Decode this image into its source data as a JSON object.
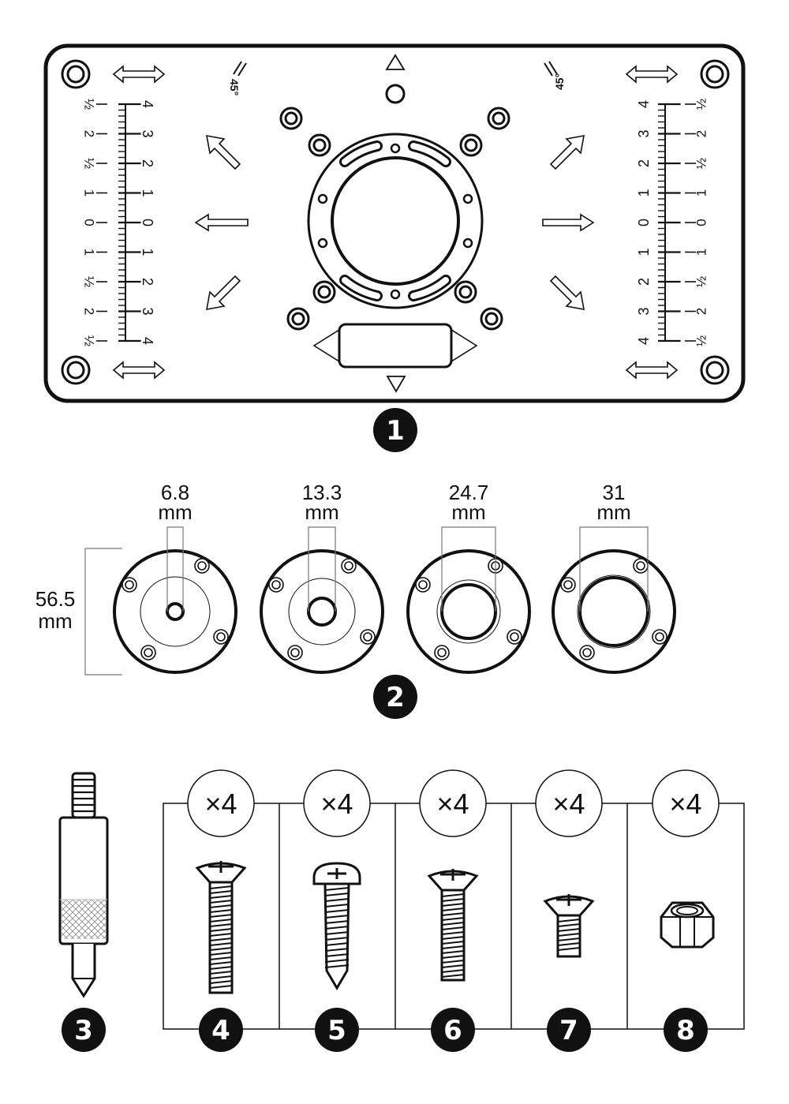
{
  "plate": {
    "angle_label_left": "45°",
    "angle_label_right": "45°",
    "ruler_numbers": [
      "4",
      "3",
      "2",
      "1",
      "0",
      "1",
      "2",
      "3",
      "4"
    ],
    "ruler_outer_labels": [
      "½",
      "2",
      "½",
      "1",
      "0",
      "1",
      "½",
      "2",
      "½"
    ]
  },
  "rings": {
    "height_label": [
      "56.5",
      "mm"
    ],
    "items": [
      {
        "size": [
          "6.8",
          "mm"
        ]
      },
      {
        "size": [
          "13.3",
          "mm"
        ]
      },
      {
        "size": [
          "24.7",
          "mm"
        ]
      },
      {
        "size": [
          "31",
          "mm"
        ]
      }
    ]
  },
  "hardware": {
    "quantities": [
      "×4",
      "×4",
      "×4",
      "×4",
      "×4"
    ]
  },
  "badges": [
    "1",
    "2",
    "3",
    "4",
    "5",
    "6",
    "7",
    "8"
  ]
}
